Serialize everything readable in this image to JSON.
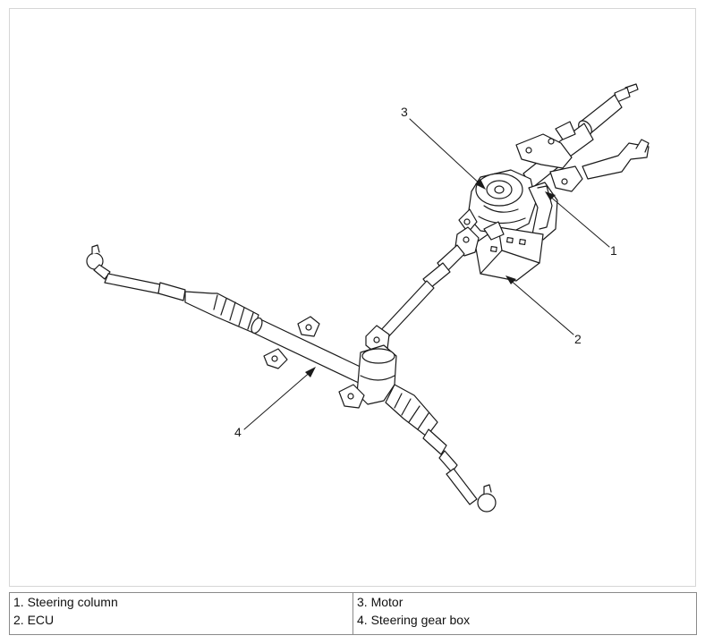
{
  "figure": {
    "callouts": [
      "1",
      "2",
      "3",
      "4"
    ]
  },
  "legend": {
    "left": [
      "1. Steering column",
      "2. ECU"
    ],
    "right": [
      "3. Motor",
      "4. Steering gear box"
    ]
  },
  "colors": {
    "line": "#1a1a1a",
    "frame_border": "#d6d6d6",
    "table_border": "#8a8a8a"
  }
}
